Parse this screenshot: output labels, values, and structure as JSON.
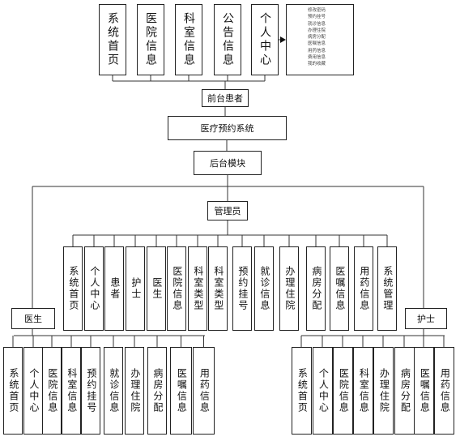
{
  "top_modules": [
    "系统首页",
    "医院信息",
    "科室信息",
    "公告信息",
    "个人中心"
  ],
  "personal_center_submenu": [
    "修改密码",
    "预约挂号",
    "就诊信息",
    "办理住院",
    "病房分配",
    "医嘱信息",
    "用药信息",
    "费用信息",
    "我的收藏"
  ],
  "front_patient": "前台患者",
  "system_title": "医疗预约系统",
  "backend": "后台模块",
  "admin": "管理员",
  "admin_modules": [
    "系统首页",
    "个人中心",
    "患者",
    "护士",
    "医生",
    "医院信息",
    "科室类型",
    "科室类型",
    "预约挂号",
    "就诊信息",
    "办理住院",
    "病房分配",
    "医嘱信息",
    "用药信息",
    "系统管理"
  ],
  "doctor": "医生",
  "doctor_modules": [
    "系统首页",
    "个人中心",
    "医院信息",
    "科室信息",
    "预约挂号",
    "就诊信息",
    "办理住院",
    "病房分配",
    "医嘱信息",
    "用药信息"
  ],
  "nurse": "护士",
  "nurse_modules": [
    "系统首页",
    "个人中心",
    "医院信息",
    "科室信息",
    "办理住院",
    "病房分配",
    "医嘱信息",
    "用药信息"
  ]
}
